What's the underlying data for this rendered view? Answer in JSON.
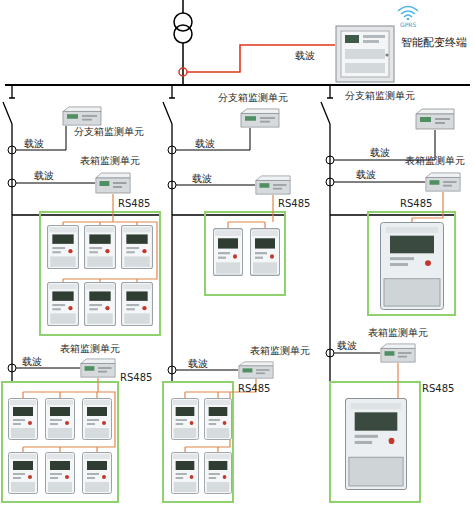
{
  "diagram": {
    "nodes": [
      {
        "text": [
          "智能配变终端"
        ]
      },
      {
        "text": [
          "分支箱监测单元"
        ]
      },
      {
        "text": [
          "分支箱监测单元"
        ]
      },
      {
        "text": [
          "分支箱监测单元"
        ]
      },
      {
        "text": [
          "表箱监测单元"
        ]
      },
      {
        "text": [
          "表箱监测单元"
        ]
      },
      {
        "text": [
          "表箱监测单元"
        ]
      },
      {
        "text": [
          "表箱监测单元"
        ]
      },
      {
        "text": [
          "表箱监测单元"
        ]
      }
    ],
    "labels": [
      "GPRS",
      "载波",
      "载波",
      "载波",
      "载波",
      "载波",
      "载波",
      "载波",
      "RS485",
      "RS485",
      "RS485",
      "载波",
      "载波",
      "载波",
      "RS485",
      "RS485",
      "RS485"
    ]
  }
}
